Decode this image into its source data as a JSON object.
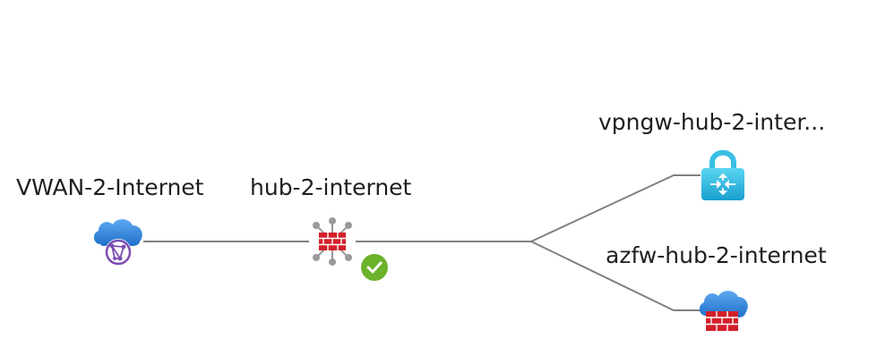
{
  "diagram": {
    "nodes": [
      {
        "id": "vwan",
        "label": "VWAN-2-Internet",
        "icon": "virtual-wan-cloud-icon"
      },
      {
        "id": "hub",
        "label": "hub-2-internet",
        "icon": "virtual-hub-firewall-icon",
        "status": "succeeded",
        "status_icon": "check-circle-icon"
      },
      {
        "id": "vpngw",
        "label": "vpngw-hub-2-inter...",
        "icon": "vpn-gateway-lock-icon"
      },
      {
        "id": "azfw",
        "label": "azfw-hub-2-internet",
        "icon": "firewall-cloud-icon"
      }
    ],
    "edges": [
      {
        "from": "vwan",
        "to": "hub"
      },
      {
        "from": "hub",
        "to": "vpngw"
      },
      {
        "from": "hub",
        "to": "azfw"
      }
    ],
    "colors": {
      "edge": "#808080",
      "cloud_blue": "#2f7fd8",
      "firewall_red": "#d3202a",
      "status_green": "#6cb22a",
      "lock_teal": "#38c3e6"
    }
  }
}
